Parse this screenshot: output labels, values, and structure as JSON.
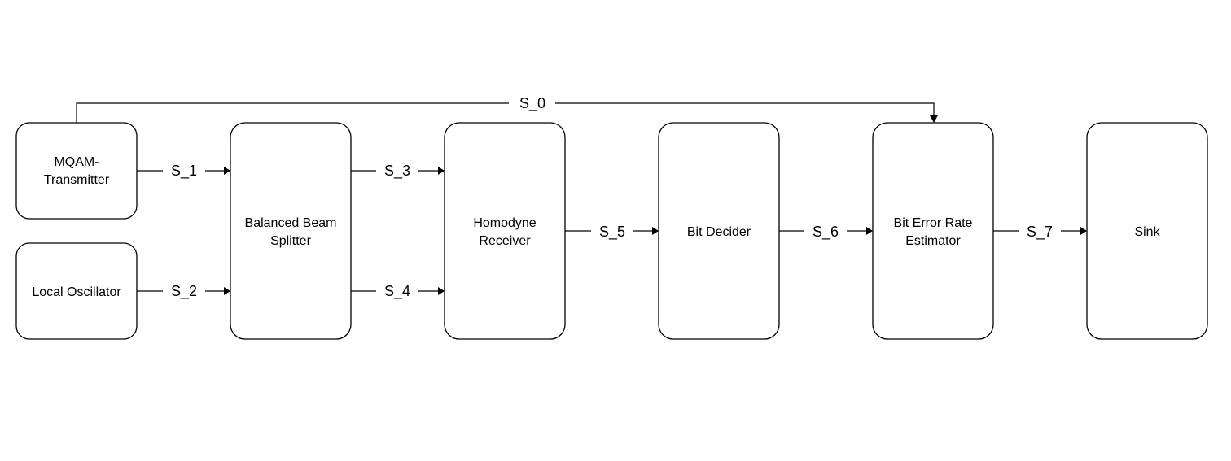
{
  "blocks": {
    "mqam_transmitter": [
      "MQAM-",
      "Transmitter"
    ],
    "local_oscillator": [
      "Local Oscillator"
    ],
    "balanced_beam_splitter": [
      "Balanced Beam",
      "Splitter"
    ],
    "homodyne_receiver": [
      "Homodyne",
      "Receiver"
    ],
    "bit_decider": [
      "Bit Decider"
    ],
    "ber_estimator": [
      "Bit Error Rate",
      "Estimator"
    ],
    "sink": [
      "Sink"
    ]
  },
  "signals": {
    "s0": "S_0",
    "s1": "S_1",
    "s2": "S_2",
    "s3": "S_3",
    "s4": "S_4",
    "s5": "S_5",
    "s6": "S_6",
    "s7": "S_7"
  }
}
